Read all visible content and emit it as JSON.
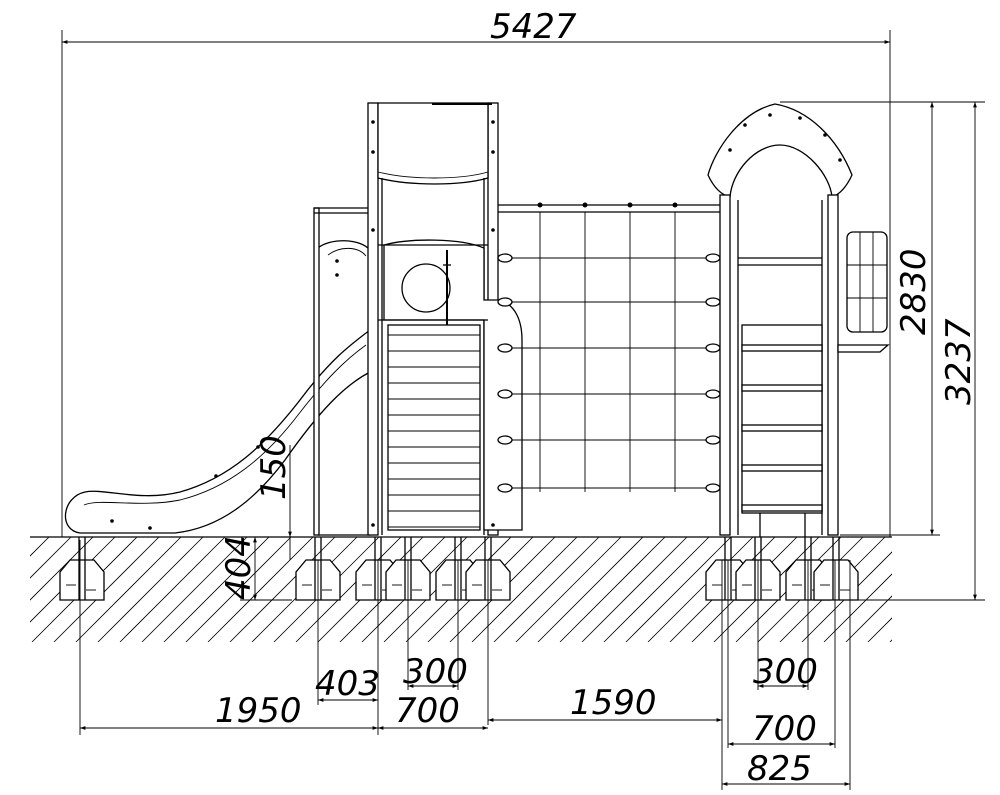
{
  "drawing": {
    "dimensions": {
      "overall_width": "5427",
      "tower_height": "2830",
      "total_height": "3237",
      "slide_clearance": "150",
      "foundation_depth": "404",
      "slide_footing": "403",
      "post_spacing_left": "300",
      "post_spacing_right": "300",
      "slide_length": "1950",
      "left_tower_width": "700",
      "net_span": "1590",
      "right_tower_width": "700",
      "right_footing_width": "825"
    }
  }
}
